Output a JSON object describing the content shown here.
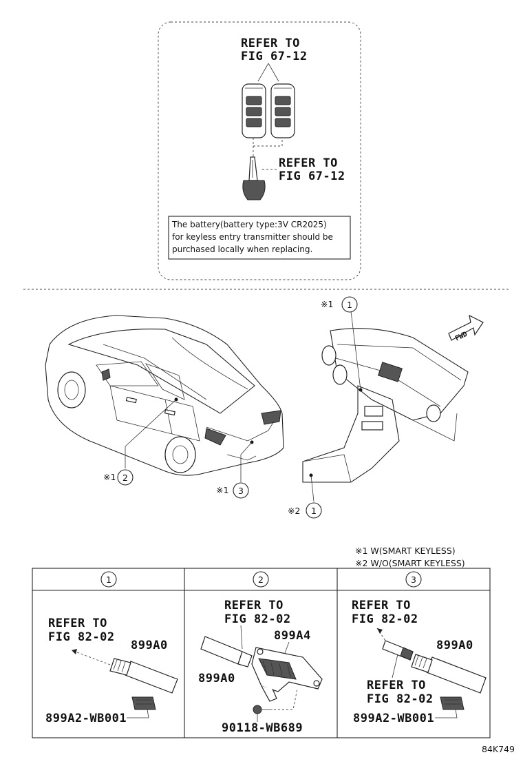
{
  "top_box": {
    "refer_1_line1": "REFER TO",
    "refer_1_line2": "FIG 67-12",
    "refer_2_line1": "REFER TO",
    "refer_2_line2": "FIG 67-12",
    "battery_note": [
      "The battery(battery type:3V CR2025)",
      "for keyless entry transmitter should be",
      "purchased locally when replacing."
    ]
  },
  "overview": {
    "dash_callout": {
      "mark": "※1",
      "num": "1"
    },
    "door_callout": {
      "mark": "※1",
      "num": "2"
    },
    "rear_callout": {
      "mark": "※1",
      "num": "3"
    },
    "console_callout": {
      "mark": "※2",
      "num": "1"
    },
    "fwd_label": "FWD",
    "legend": [
      "※1 W(SMART KEYLESS)",
      "※2 W/O(SMART KEYLESS)"
    ]
  },
  "table": {
    "headers": [
      "1",
      "2",
      "3"
    ],
    "cell1": {
      "refer_line1": "REFER TO",
      "refer_line2": "FIG 82-02",
      "part_a": "899A0",
      "part_b": "899A2-WB001"
    },
    "cell2": {
      "refer_line1": "REFER TO",
      "refer_line2": "FIG 82-02",
      "part_a": "899A4",
      "part_b": "899A0",
      "part_c": "90118-WB689"
    },
    "cell3": {
      "refer_line1": "REFER TO",
      "refer_line2": "FIG 82-02",
      "part_a": "899A0",
      "refer2_line1": "REFER TO",
      "refer2_line2": "FIG 82-02",
      "part_b": "899A2-WB001"
    }
  },
  "figure_code": "84K749"
}
